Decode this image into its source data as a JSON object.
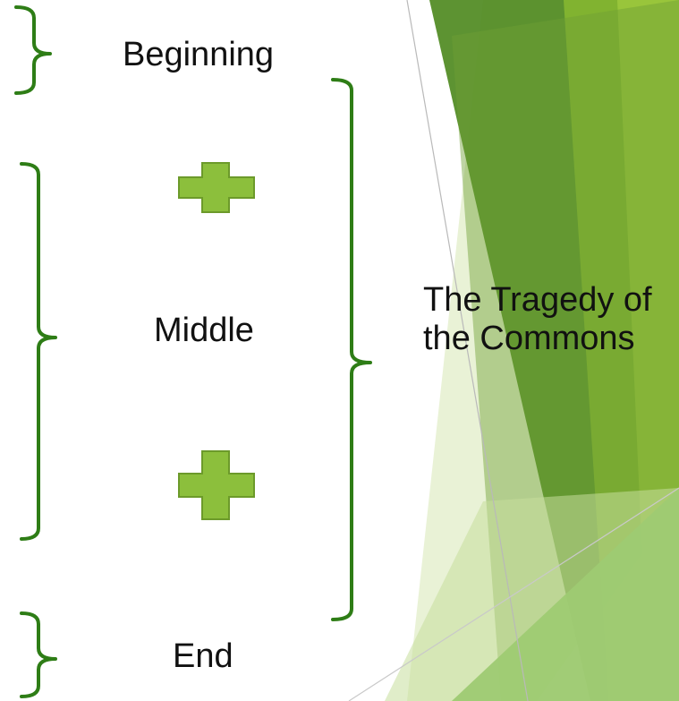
{
  "diagram": {
    "stages": [
      {
        "label": "Beginning"
      },
      {
        "label": "Middle"
      },
      {
        "label": "End"
      }
    ],
    "result": {
      "label": "The Tragedy of the Commons"
    },
    "operators": [
      {
        "symbol": "plus"
      },
      {
        "symbol": "plus"
      }
    ]
  },
  "colors": {
    "bracket": "#2e7d16",
    "plus_fill": "#8cbf3c",
    "plus_stroke": "#6c9a2a",
    "accent_dark": "#4a7f1f",
    "accent_mid": "#73ab2c",
    "accent_light": "#d7e8b6",
    "text": "#111111"
  }
}
